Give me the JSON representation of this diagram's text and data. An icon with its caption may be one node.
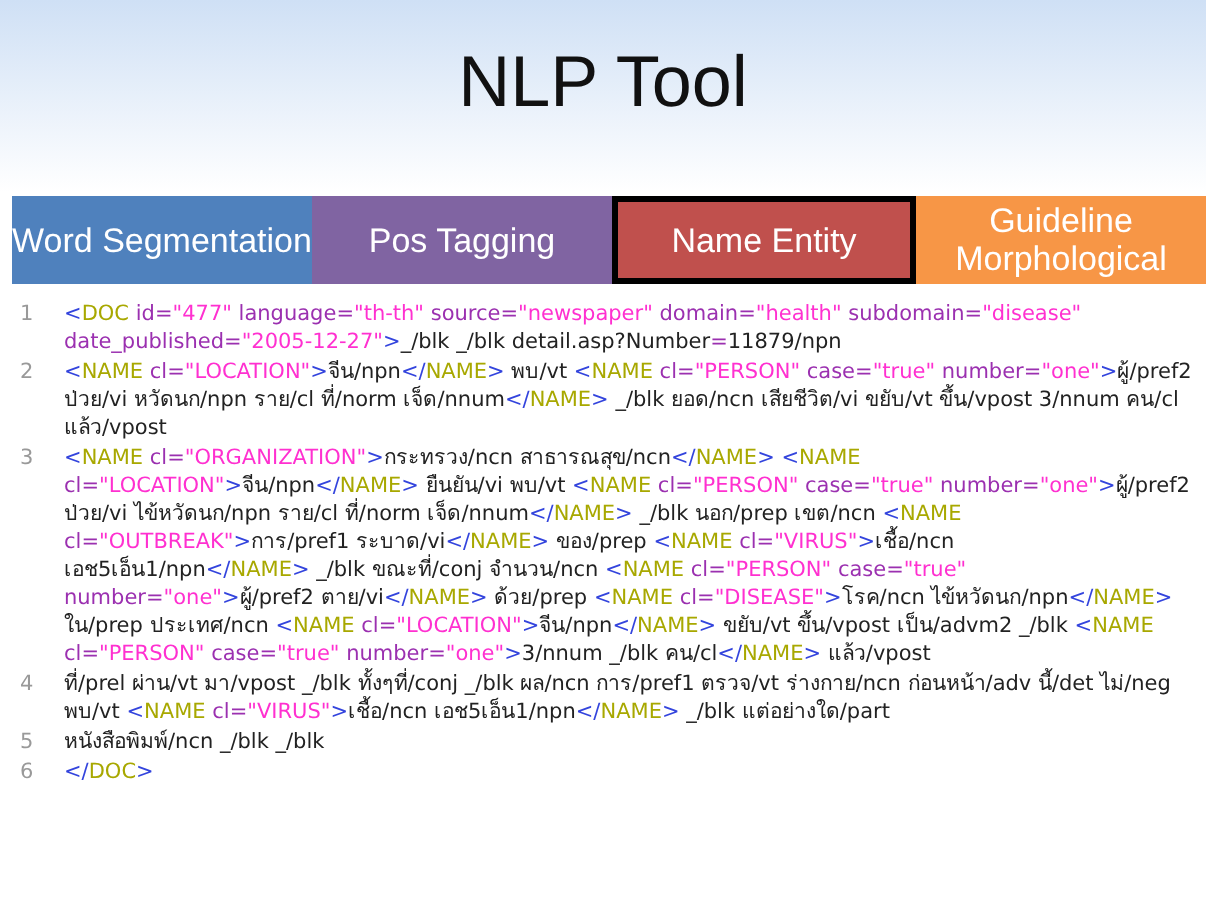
{
  "diagram": {
    "title": "NLP Tool",
    "nodes": [
      {
        "text": [
          "Word Segmentation"
        ]
      },
      {
        "text": [
          "Pos Tagging"
        ]
      },
      {
        "text": [
          "Name Entity"
        ]
      },
      {
        "text": [
          "Guideline Morphological"
        ]
      }
    ],
    "labels": [
      "1",
      "<DOC id=\"477\" language=\"th-th\" source=\"newspaper\" domain=\"health\" subdomain=\"disease\" date_published=\"2005-12-27\">_/blk _/blk detail.asp?Number=11879/npn",
      "2",
      "<NAME cl=\"LOCATION\">จีน/npn</NAME> พบ/vt <NAME cl=\"PERSON\" case=\"true\" number=\"one\">ผู้/pref2 ป่วย/vi หวัดนก/npn ราย/cl ที่/norm เจ็ด/nnum</NAME> _/blk ยอด/ncn เสียชีวิต/vi ขยับ/vt ขึ้น/vpost 3/nnum คน/cl แล้ว/vpost",
      "3",
      "<NAME cl=\"ORGANIZATION\">กระทรวง/ncn สาธารณสุข/ncn</NAME> <NAME cl=\"LOCATION\">จีน/npn</NAME> ยืนยัน/vi พบ/vt <NAME cl=\"PERSON\" case=\"true\" number=\"one\">ผู้/pref2 ป่วย/vi ไข้หวัดนก/npn ราย/cl ที่/norm เจ็ด/nnum</NAME> _/blk นอก/prep เขต/ncn <NAME cl=\"OUTBREAK\">การ/pref1 ระบาด/vi</NAME> ของ/prep <NAME cl=\"VIRUS\">เชื้อ/ncn เอช5เอ็น1/npn</NAME> _/blk ขณะที่/conj จำนวน/ncn <NAME cl=\"PERSON\" case=\"true\" number=\"one\">ผู้/pref2 ตาย/vi</NAME> ด้วย/prep <NAME cl=\"DISEASE\">โรค/ncn ไข้หวัดนก/npn</NAME> ใน/prep ประเทศ/ncn <NAME cl=\"LOCATION\">จีน/npn</NAME> ขยับ/vt ขึ้น/vpost เป็น/advm2 _/blk <NAME cl=\"PERSON\" case=\"true\" number=\"one\">3/nnum _/blk คน/cl</NAME> แล้ว/vpost",
      "4",
      "ที่/prel ผ่าน/vt มา/vpost _/blk ทั้งๆที่/conj _/blk ผล/ncn การ/pref1 ตรวจ/vt ร่างกาย/ncn ก่อนหน้า/adv นี้/det ไม่/neg พบ/vt <NAME cl=\"VIRUS\">เชื้อ/ncn เอช5เอ็น1/npn</NAME> _/blk แต่อย่างใด/part",
      "5",
      "หนังสือพิมพ์/ncn _/blk _/blk",
      "6",
      "</DOC>"
    ]
  }
}
